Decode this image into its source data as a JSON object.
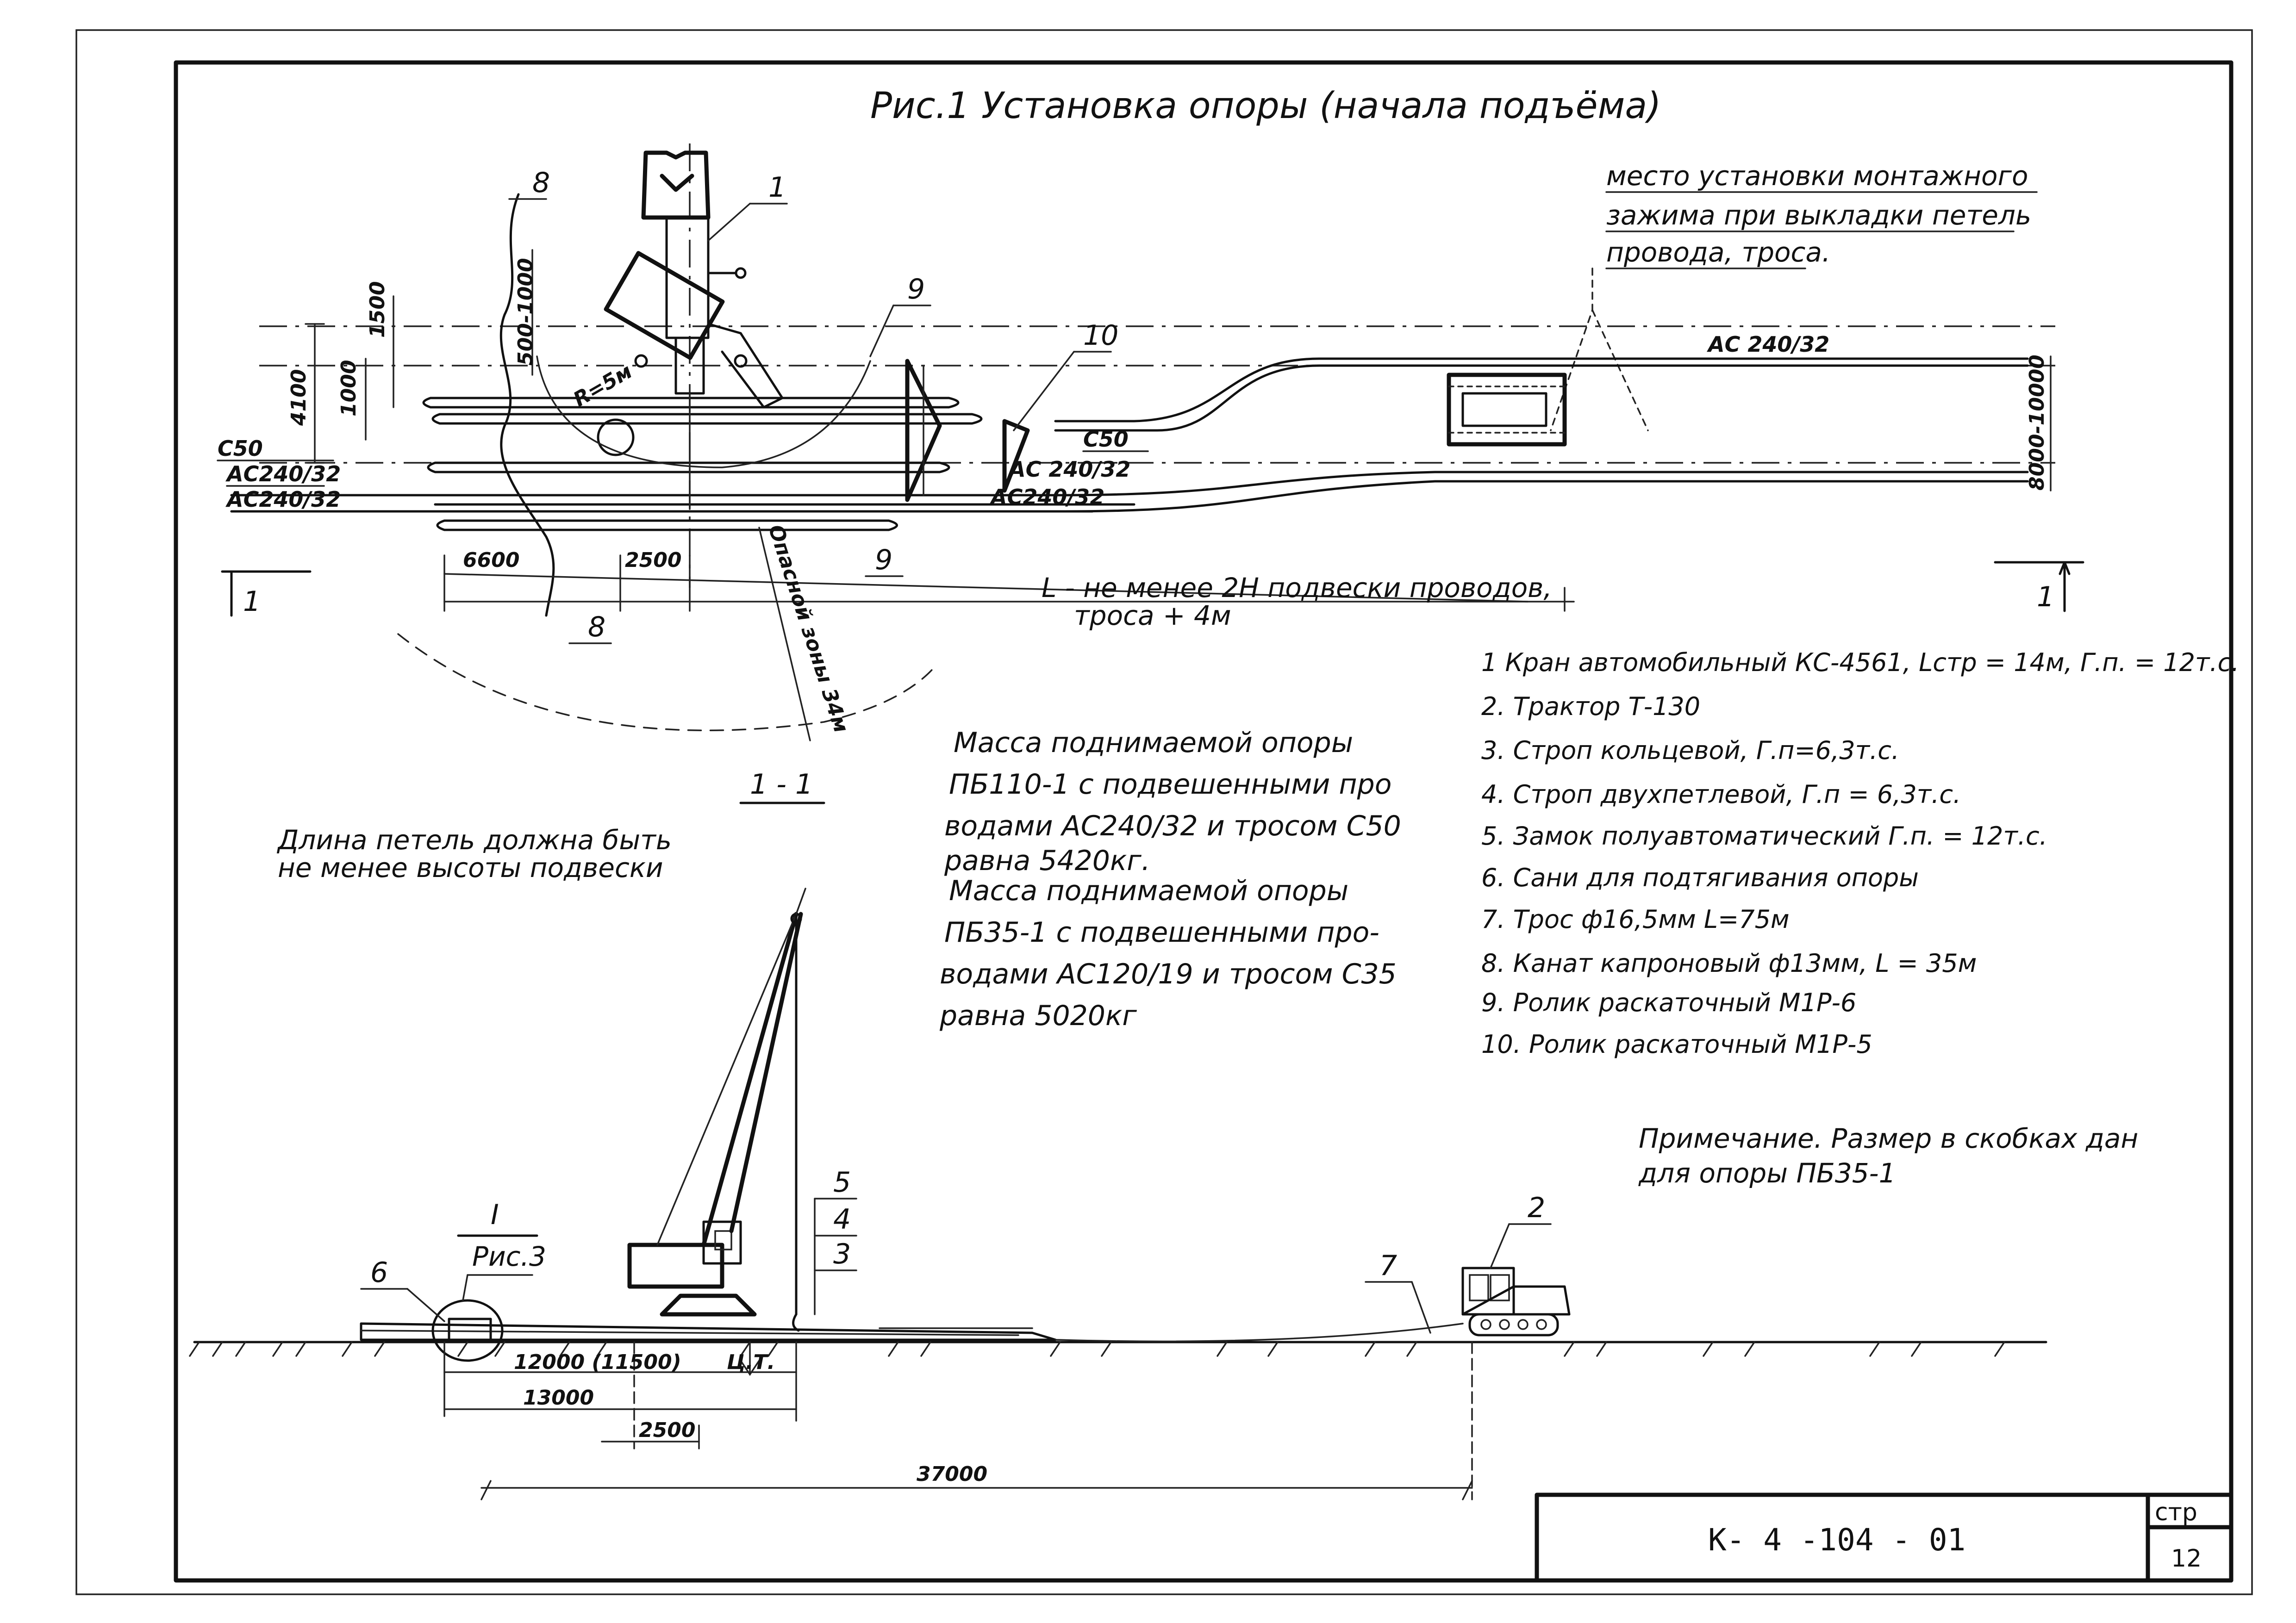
{
  "title": "Рис.1 Установка опоры (начала подъёма)",
  "note_clamp": [
    "место установки монтажного",
    "зажима при выкладки петель",
    "провода, троса."
  ],
  "wires": {
    "top_right": "АС 240/32",
    "c50_left": "С50",
    "ac1_left": "АС240/32",
    "ac2_left": "АС240/32",
    "c50_mid": "С50",
    "ac_mid1": "АС 240/32",
    "ac_mid2": "АС240/32"
  },
  "dims": {
    "d4100": "4100",
    "d1000": "1000",
    "d1500": "1500",
    "d500_1000": "500-1000",
    "r5": "R=5м",
    "d6600": "6600",
    "d2500_top": "2500",
    "d8000": "8000-10000",
    "d12000": "12000 (11500)",
    "d13000": "13000",
    "d2500_bot": "2500",
    "d37000": "37000",
    "cg": "Ц.Т."
  },
  "callouts": {
    "n1": "1",
    "n2": "2",
    "n3": "3",
    "n4": "4",
    "n5": "5",
    "n6": "6",
    "n7": "7",
    "n8a": "8",
    "n8b": "8",
    "n9a": "9",
    "n9b": "9",
    "n10": "10",
    "detail_roman": "I",
    "detail_ref": "Рис.3"
  },
  "section": {
    "mark_left": "1",
    "mark_right": "1",
    "label": "1 - 1"
  },
  "danger_zone": "Опасной зоны 34м",
  "length_note": [
    "L - не менее 2Н подвески проводов,",
    "троса + 4м"
  ],
  "loop_note": [
    "Длина петель должна быть",
    "не менее высоты подвески"
  ],
  "mass_note": [
    "Масса поднимаемой опоры",
    "ПБ110-1 с подвешенными про",
    "водами АС240/32 и тросом С50",
    "равна 5420кг.",
    "Масса поднимаемой опоры",
    "ПБ35-1 с подвешенными про-",
    "водами АС120/19 и тросом С35",
    "равна 5020кг"
  ],
  "legend": [
    "1 Кран автомобильный КС-4561, Lстр = 14м, Г.п. = 12т.с.",
    "2. Трактор Т-130",
    "3. Строп кольцевой, Г.п=6,3т.с.",
    "4. Строп двухпетлевой, Г.п = 6,3т.с.",
    "5. Замок полуавтоматический Г.п. = 12т.с.",
    "6. Сани для подтягивания опоры",
    "7. Трос ф16,5мм L=75м",
    "8. Канат капроновый ф13мм, L = 35м",
    "9. Ролик раскаточный М1Р-6",
    "10. Ролик раскаточный М1Р-5"
  ],
  "remark": [
    "Примечание. Размер в скобках дан",
    "для опоры ПБ35-1"
  ],
  "stamp": {
    "code": "К- 4 -104 - 01",
    "sheet_label": "стр",
    "sheet_no": "12"
  }
}
